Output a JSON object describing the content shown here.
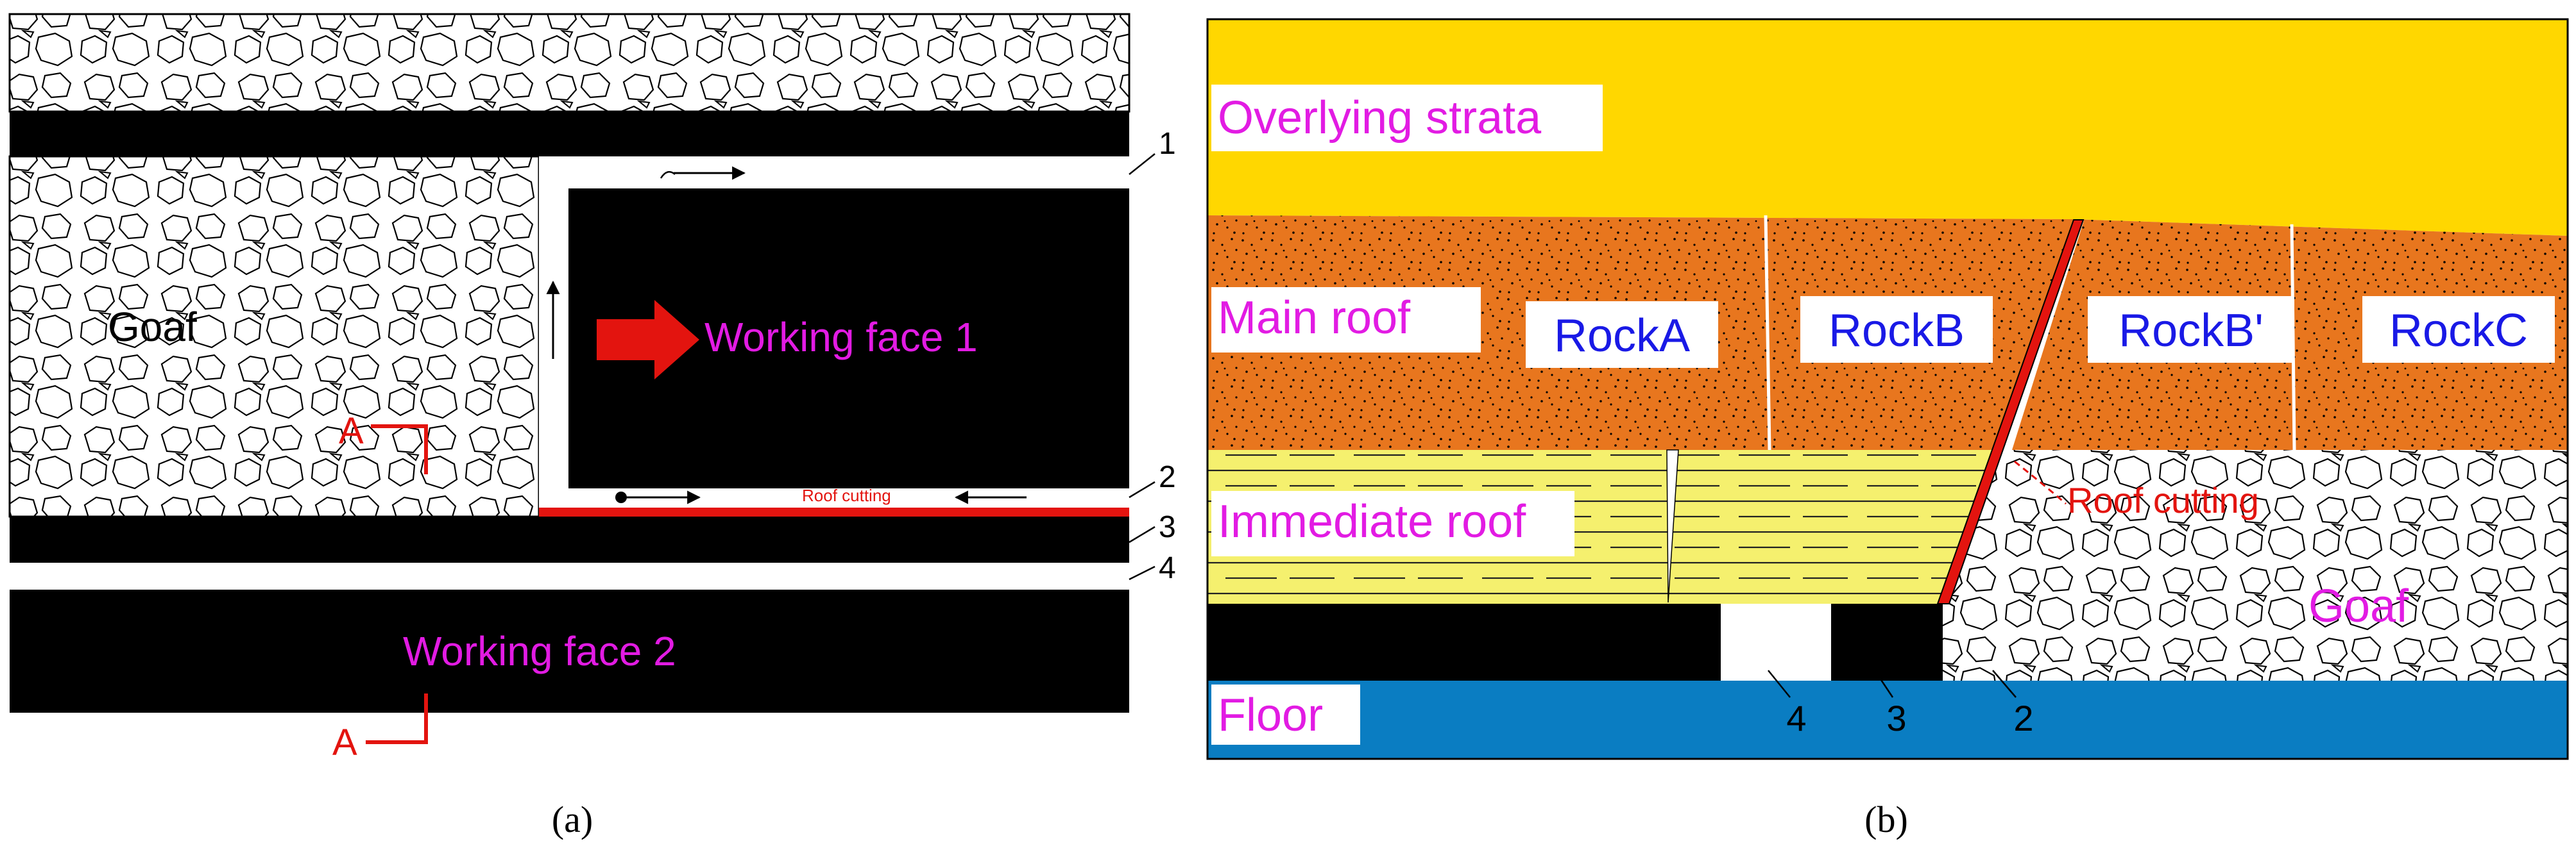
{
  "panel_a": {
    "goaf_label": "Goaf",
    "working_face_1": "Working face 1",
    "working_face_2": "Working face 2",
    "roof_cutting": "Roof cutting",
    "section_mark": "A",
    "callouts": [
      "1",
      "2",
      "3",
      "4"
    ],
    "caption": "(a)"
  },
  "panel_b": {
    "overlying_strata": "Overlying strata",
    "main_roof": "Main roof",
    "immediate_roof": "Immediate roof",
    "floor": "Floor",
    "goaf_label": "Goaf",
    "roof_cutting": "Roof cutting",
    "rocks": [
      "RockA",
      "RockB",
      "RockB'",
      "RockC"
    ],
    "callouts": [
      "4",
      "3",
      "2"
    ],
    "caption": "(b)"
  },
  "colors": {
    "overlying_strata": "#FFD700",
    "main_roof": "#E8761E",
    "immediate_roof": "#F5F06E",
    "floor": "#0A7DC2",
    "coal": "#000000",
    "cut_line": "#E3140F",
    "label_magenta": "#E21BE3",
    "label_blue": "#1919E6"
  }
}
